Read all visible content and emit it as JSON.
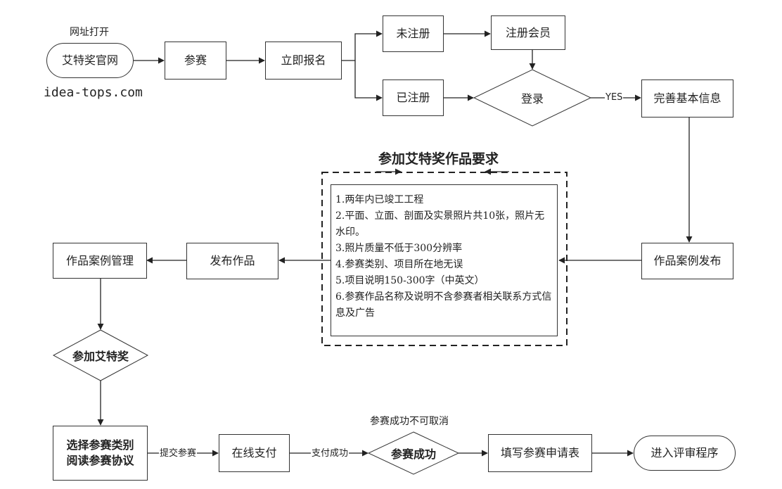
{
  "labels": {
    "url_hint": "网址打开",
    "url": "idea-tops.com",
    "cancel_note": "参赛成功不可取消",
    "req_title": "参加艾特奖作品要求"
  },
  "nodes": {
    "start": "艾特奖官网",
    "join": "参赛",
    "signup": "立即报名",
    "unregistered": "未注册",
    "register": "注册会员",
    "registered": "已注册",
    "login": "登录",
    "complete_info": "完善基本信息",
    "publish_case": "作品案例发布",
    "publish_work": "发布作品",
    "case_manage": "作品案例管理",
    "join_award": "参加艾特奖",
    "select_category_line1": "选择参赛类别",
    "select_category_line2": "阅读参赛协议",
    "pay_online": "在线支付",
    "success": "参赛成功",
    "fill_form": "填写参赛申请表",
    "enter_review": "进入评审程序"
  },
  "edges": {
    "yes": "YES",
    "submit": "提交参赛",
    "paid": "支付成功"
  },
  "requirements": [
    "1.两年内已竣工工程",
    "2.平面、立面、剖面及实景照片共10张，照片无水印。",
    "3.照片质量不低于300分辨率",
    "4.参赛类别、项目所在地无误",
    "5.项目说明150-300字（中英文）",
    "6.参赛作品名称及说明不含参赛者相关联系方式信息及广告"
  ]
}
